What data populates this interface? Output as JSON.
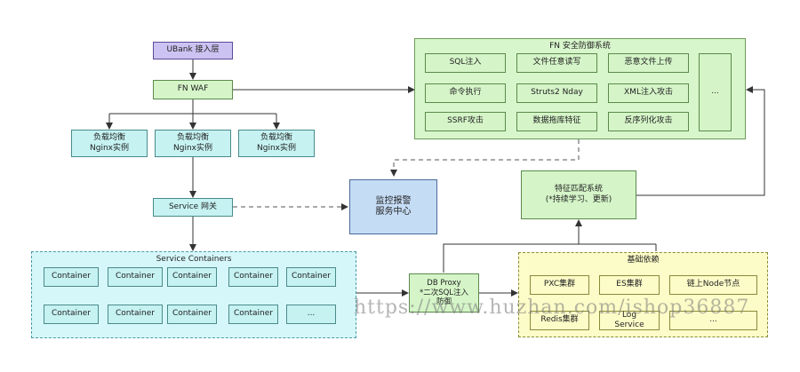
{
  "nodes": {
    "ubank": "UBank 接入层",
    "fn_waf": "FN WAF",
    "lb1": "负载均衡\nNginx实例",
    "lb2": "负载均衡\nNginx实例",
    "lb3": "负载均衡\nNginx实例",
    "service_gateway": "Service 网关",
    "monitor": "监控报警\n服务中心",
    "feature_match": "特征匹配系统\n(*持续学习、更新)",
    "db_proxy": "DB Proxy\n*二次SQL注入\n防御"
  },
  "fn_security": {
    "title": "FN 安全防御系统",
    "items": [
      "SQL注入",
      "文件任意读写",
      "恶意文件上传",
      "命令执行",
      "Struts2 Nday",
      "XML注入攻击",
      "SSRF攻击",
      "数据拖库特征",
      "反序列化攻击"
    ],
    "more": "..."
  },
  "service_containers": {
    "title": "Service Containers",
    "items": [
      "Container",
      "Container",
      "Container",
      "Container",
      "Container",
      "Container",
      "Container",
      "Container",
      "Container",
      "..."
    ]
  },
  "dependencies": {
    "title": "基础依赖",
    "items": [
      "PXC集群",
      "ES集群",
      "链上Node节点",
      "Redis集群",
      "Log\nService",
      "..."
    ]
  },
  "watermark": "https://www.huzhan.com/ishop36887",
  "colors": {
    "green": "#d5f5c8",
    "cyan": "#c6f2f2",
    "purple": "#cdc3f2",
    "blue": "#c5dcf5",
    "yellow": "#fcfcc8"
  }
}
